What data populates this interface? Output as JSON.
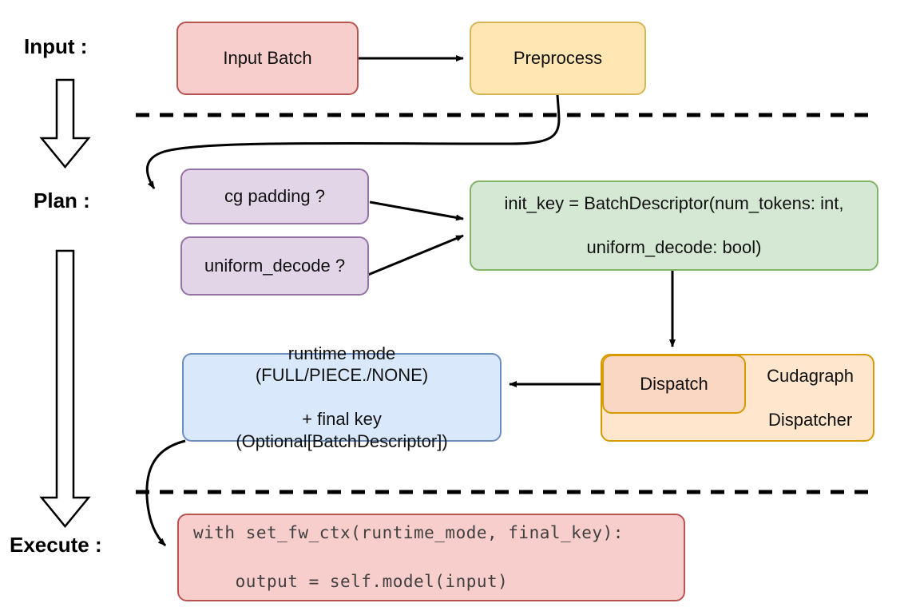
{
  "diagram": {
    "title": "vLLM cudagraph dispatch pipeline",
    "stages": [
      {
        "id": "input",
        "label": "Input :"
      },
      {
        "id": "plan",
        "label": "Plan :"
      },
      {
        "id": "execute",
        "label": "Execute :"
      }
    ],
    "nodes": {
      "input_batch": {
        "label": "Input Batch",
        "fill": "#f8cecc",
        "stroke": "#b85450"
      },
      "preprocess": {
        "label": "Preprocess",
        "fill": "#ffe6b3",
        "stroke": "#d6b656"
      },
      "cg_padding": {
        "label": "cg padding ?",
        "fill": "#e1d5e7",
        "stroke": "#9673a6"
      },
      "uniform_decode": {
        "label": "uniform_decode ?",
        "fill": "#e1d5e7",
        "stroke": "#9673a6"
      },
      "init_key": {
        "line1": "init_key = BatchDescriptor(num_tokens: int,",
        "line2": "uniform_decode: bool)",
        "fill": "#d5e8d4",
        "stroke": "#82b366"
      },
      "cudagraph_dispatcher": {
        "line1": "Cudagraph",
        "line2": "Dispatcher",
        "fill": "#ffe6cc",
        "stroke": "#d79b00"
      },
      "dispatch": {
        "label": "Dispatch",
        "fill": "#fad7c3",
        "stroke": "#d79b00"
      },
      "runtime_mode": {
        "line1": "runtime mode (FULL/PIECE./NONE)",
        "line2": "+ final key (Optional[BatchDescriptor])",
        "fill": "#dae8fc",
        "stroke": "#6c8ebf"
      },
      "execute_code": {
        "line1": "with set_fw_ctx(runtime_mode, final_key):",
        "line2": "    output = self.model(input)",
        "fill": "#f8cecc",
        "stroke": "#b85450"
      }
    },
    "separators": [
      {
        "name": "input-plan-divider",
        "style": "dashed"
      },
      {
        "name": "plan-execute-divider",
        "style": "dashed"
      }
    ],
    "flow_arrows": [
      {
        "from": "input_batch",
        "to": "preprocess",
        "style": "straight"
      },
      {
        "from": "preprocess",
        "to": "cg_padding",
        "style": "curved"
      },
      {
        "from": "cg_padding",
        "to": "init_key",
        "style": "straight"
      },
      {
        "from": "uniform_decode",
        "to": "init_key",
        "style": "straight"
      },
      {
        "from": "init_key",
        "to": "dispatch",
        "style": "straight"
      },
      {
        "from": "dispatch",
        "to": "runtime_mode",
        "style": "straight"
      },
      {
        "from": "runtime_mode",
        "to": "execute_code",
        "style": "curved"
      }
    ],
    "stage_arrows": [
      {
        "name": "input-to-plan-block-arrow"
      },
      {
        "name": "plan-to-execute-block-arrow"
      }
    ]
  }
}
